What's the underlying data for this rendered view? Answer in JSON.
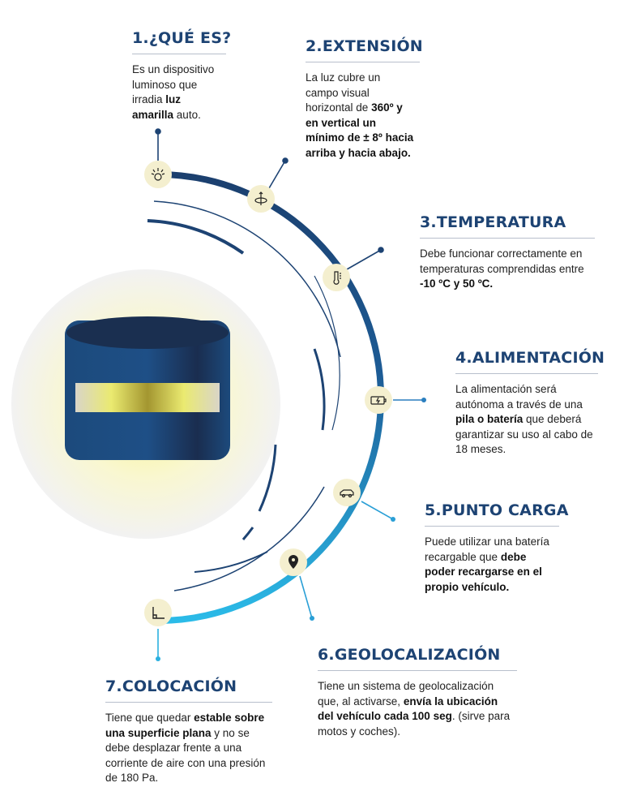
{
  "items": [
    {
      "title": "1.¿QUÉ ES?",
      "body": [
        {
          "t": "Es un dispositivo luminoso que irradia "
        },
        {
          "t": "luz amarilla",
          "b": true
        },
        {
          "t": " auto."
        }
      ],
      "icon": "light-bulb-icon"
    },
    {
      "title": "2.EXTENSIÓN",
      "body": [
        {
          "t": "La luz cubre un campo visual horizontal de "
        },
        {
          "t": "360º y en vertical un mínimo de ± 8º hacia arriba y hacia abajo.",
          "b": true
        }
      ],
      "icon": "rotation-axis-icon"
    },
    {
      "title": "3.TEMPERATURA",
      "body": [
        {
          "t": "Debe funcionar correctamente en temperaturas comprendidas entre  "
        },
        {
          "t": "-10 ºC y 50 ºC.",
          "b": true
        }
      ],
      "icon": "thermometer-icon"
    },
    {
      "title": "4.ALIMENTACIÓN",
      "body": [
        {
          "t": "La alimentación será autónoma a través de una "
        },
        {
          "t": "pila o batería",
          "b": true
        },
        {
          "t": " que deberá garantizar su uso al cabo de 18 meses."
        }
      ],
      "icon": "battery-icon"
    },
    {
      "title": "5.PUNTO CARGA",
      "body": [
        {
          "t": "Puede utilizar una batería recargable que "
        },
        {
          "t": "debe poder recargarse en el propio vehículo.",
          "b": true
        }
      ],
      "icon": "car-charging-icon"
    },
    {
      "title": "6.GEOLOCALIZACIÓN",
      "body": [
        {
          "t": "Tiene un sistema de geolocalización que, al activarse, "
        },
        {
          "t": "envía la ubicación del vehículo cada 100 seg",
          "b": true
        },
        {
          "t": ". (sirve para motos y coches)."
        }
      ],
      "icon": "location-pin-icon"
    },
    {
      "title": "7.COLOCACIÓN",
      "body": [
        {
          "t": "Tiene que quedar "
        },
        {
          "t": "estable sobre una superficie plana",
          "b": true
        },
        {
          "t": " y no se debe desplazar frente a una corriente de aire con una presión de 180 Pa."
        }
      ],
      "icon": "right-angle-icon"
    }
  ],
  "colors": {
    "title": "#1d4373",
    "arc_start": "#1b3f6e",
    "arc_end": "#2bbbe8"
  }
}
